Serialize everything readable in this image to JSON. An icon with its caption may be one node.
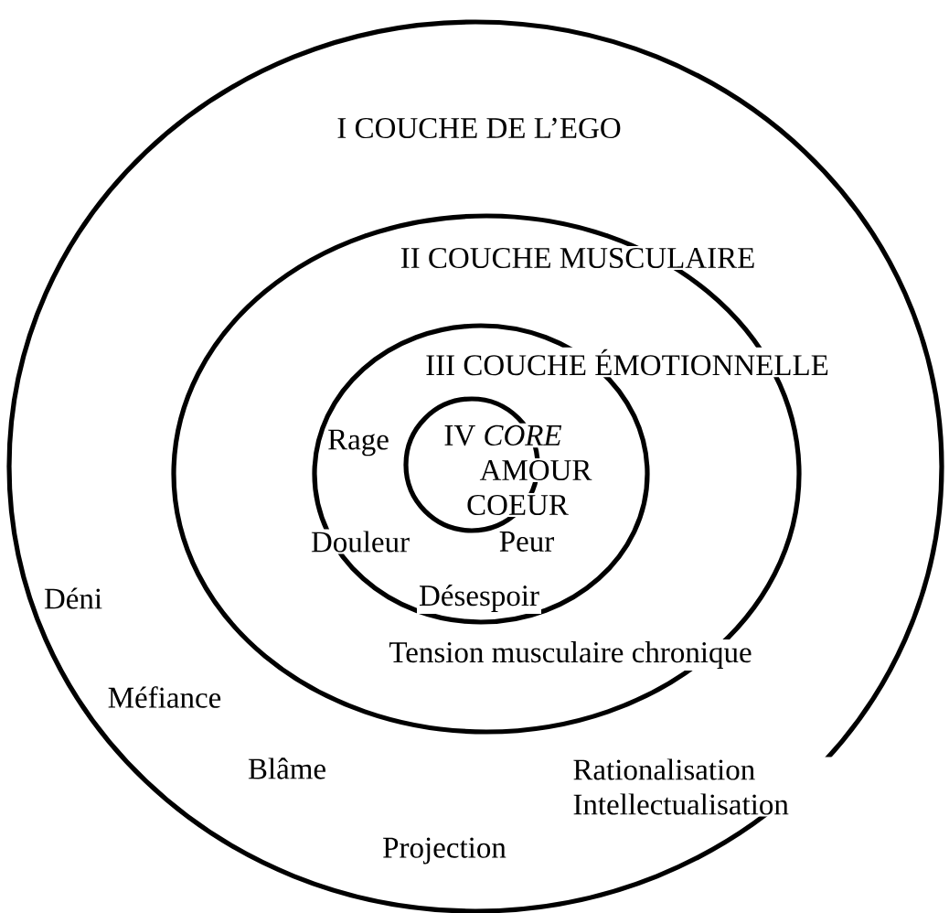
{
  "diagram": {
    "nodes": [
      {
        "text": [
          "I COUCHE DE L’EGO",
          "Déni",
          "Méfiance",
          "Blâme",
          "Projection",
          "Rationalisation Intellectualisation"
        ]
      },
      {
        "text": [
          "II COUCHE MUSCULAIRE",
          "Tension musculaire chronique"
        ],
        "in": 0
      },
      {
        "text": [
          "III COUCHE ÉMOTIONNELLE",
          "Rage",
          "Douleur",
          "Peur",
          "Désespoir"
        ],
        "in": 1
      },
      {
        "text": [
          "IV *CORE*",
          "AMOUR",
          "COEUR"
        ],
        "in": 2
      }
    ]
  }
}
